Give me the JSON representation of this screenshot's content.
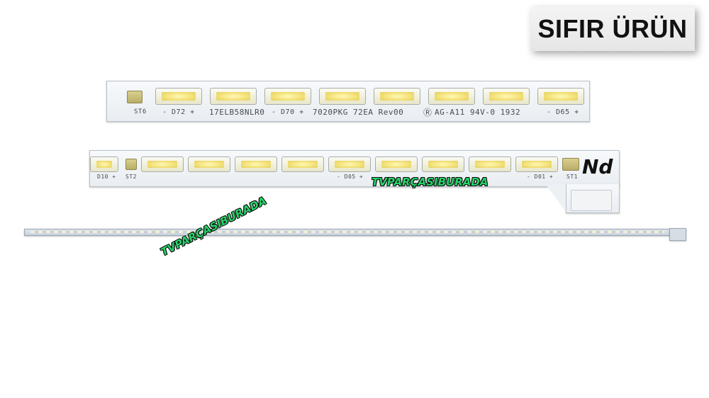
{
  "badge": {
    "text": "SIFIR ÜRÜN"
  },
  "strip_top": {
    "labels": {
      "st": "ST6",
      "d72": "- D72 +",
      "part": "17ELB58NLR0",
      "d70": "- D70 +",
      "pkg": "7020PKG 72EA Rev00",
      "ul": "Ⓡ",
      "cert": "AG-A11 94V-0 1932",
      "d65": "- D65 +"
    }
  },
  "strip_middle": {
    "labels": {
      "d10": "D10 +",
      "st2": "ST2",
      "d05": "- D05 +",
      "d01": "- D01 +",
      "st1": "ST1",
      "mark": "Nd"
    }
  },
  "watermarks": [
    "TVPARÇASIBURADA",
    "TVPARÇASIBURADA"
  ]
}
